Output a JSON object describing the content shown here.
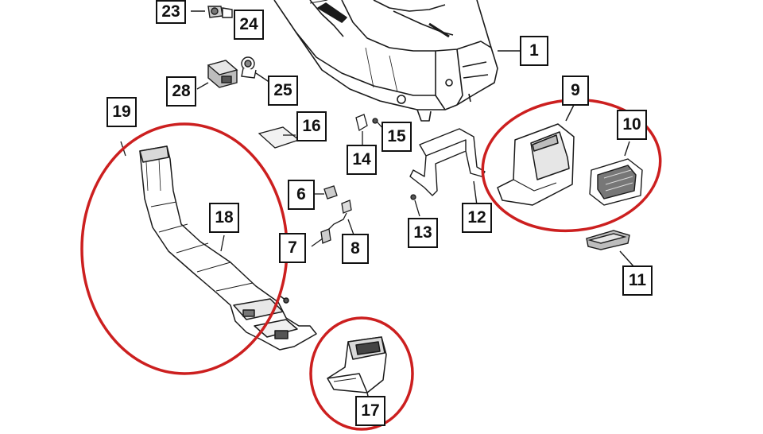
{
  "colors": {
    "line": "#1a1a1a",
    "highlight_ring": "#cc1f1f",
    "part_shade": "#d9d9d9",
    "part_dark": "#777777"
  },
  "callouts": {
    "c1": "1",
    "c6": "6",
    "c7": "7",
    "c8": "8",
    "c9": "9",
    "c10": "10",
    "c11": "11",
    "c12": "12",
    "c13": "13",
    "c14": "14",
    "c15": "15",
    "c16": "16",
    "c17": "17",
    "c18": "18",
    "c19": "19",
    "c23": "23",
    "c24": "24",
    "c25": "25",
    "c28": "28"
  },
  "highlights": [
    "18",
    "17",
    "9-10"
  ]
}
